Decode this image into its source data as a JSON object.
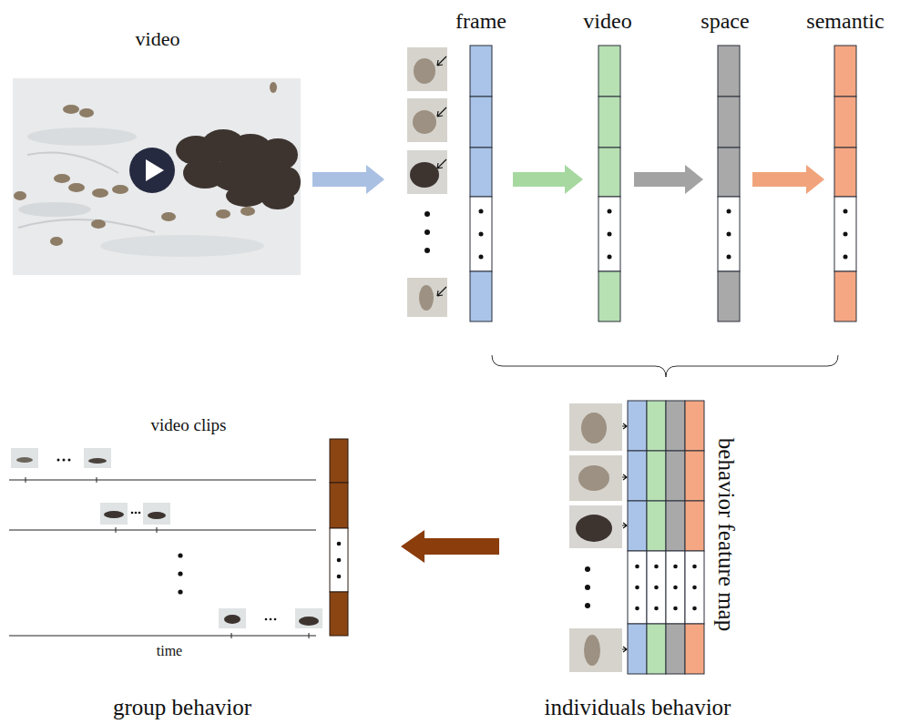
{
  "diagram": {
    "nodes": [
      {
        "text": [
          "video"
        ]
      },
      {
        "text": [
          "frame"
        ]
      },
      {
        "text": [
          "video"
        ]
      },
      {
        "text": [
          "space"
        ]
      },
      {
        "text": [
          "semantic"
        ]
      },
      {
        "text": [
          "behavior feature map",
          "individuals behavior"
        ]
      },
      {
        "text": [
          "video clips",
          "time",
          "group behavior"
        ]
      }
    ],
    "edges": [
      {
        "from": 0,
        "to": 1,
        "arrow": "to"
      },
      {
        "from": 1,
        "to": 2,
        "arrow": "to"
      },
      {
        "from": 2,
        "to": 3,
        "arrow": "to"
      },
      {
        "from": 3,
        "to": 4,
        "arrow": "to"
      },
      {
        "from": 5,
        "to": 6,
        "arrow": "to"
      }
    ]
  }
}
